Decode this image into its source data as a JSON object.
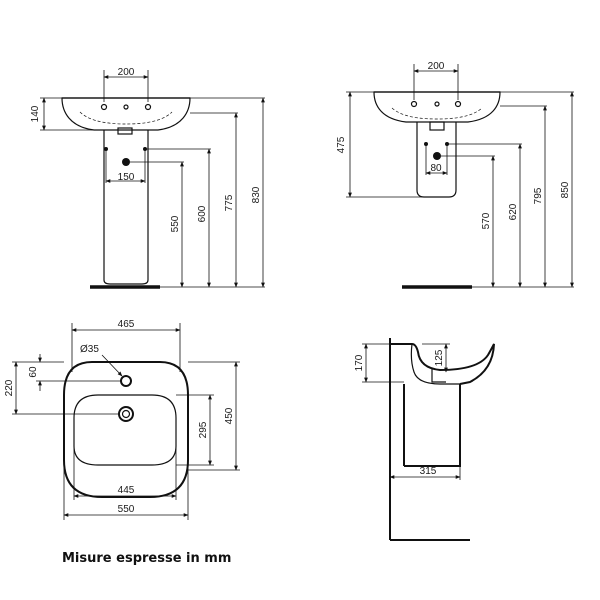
{
  "caption": "Misure espresse in mm",
  "pedestal_view": {
    "tap_spacing": "200",
    "basin_height": "140",
    "drain_offset": "150",
    "dim_550": "550",
    "dim_600": "600",
    "dim_775": "775",
    "dim_830": "830"
  },
  "semi_pedestal_view": {
    "tap_spacing": "200",
    "semi_pedestal_height": "475",
    "drain_offset": "80",
    "dim_570": "570",
    "dim_620": "620",
    "dim_795": "795",
    "dim_850": "850"
  },
  "plan_view": {
    "width_inner": "465",
    "tap_hole_dia": "Ø35",
    "dim_60": "60",
    "dim_220": "220",
    "dim_295": "295",
    "dim_450": "450",
    "bowl_width": "445",
    "overall_width": "550"
  },
  "side_view": {
    "dim_125": "125",
    "dim_170": "170",
    "projection": "315"
  }
}
